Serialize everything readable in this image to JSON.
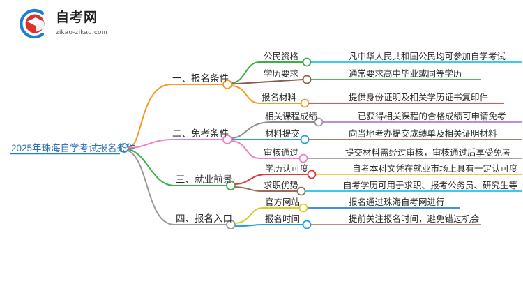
{
  "logo": {
    "name_cn": "自考网",
    "url": "zikao-zikao.com",
    "mark_arc_color": "#1a7fd4",
    "mark_cap_color": "#d9342b"
  },
  "mindmap": {
    "type": "mindmap",
    "root": {
      "label": "2025年珠海自学考试报名条件",
      "color": "#2f7fd0"
    },
    "branches": [
      {
        "label": "一、报名条件",
        "color": "#f59a23",
        "node_color": "#f59a23",
        "children": [
          {
            "label": "公民资格",
            "node_color": "#3fae49",
            "line_color": "#3fae49",
            "detail": "凡中华人民共和国公民均可参加自学考试",
            "detail_line_color": "#22c3e6"
          },
          {
            "label": "学历要求",
            "node_color": "#8a5d52",
            "line_color": "#8a5d52",
            "detail": "通常要求高中毕业或同等学历",
            "detail_line_color": "#3fae49"
          },
          {
            "label": "报名材料",
            "node_color": "#f59a23",
            "line_color": "#f59a23",
            "detail": "提供身份证明及相关学历证书复印件",
            "detail_line_color": "#e03a3a"
          }
        ]
      },
      {
        "label": "二、免考条件",
        "color": "#f07ec4",
        "node_color": "#f07ec4",
        "children": [
          {
            "label": "相关课程成绩",
            "node_color": "#9a9a9a",
            "line_color": "#8e8e8e",
            "detail": "已获得相关课程的合格成绩可申请免考",
            "detail_line_color": "#b07fdc"
          },
          {
            "label": "材料提交",
            "node_color": "#1e9fe0",
            "line_color": "#1e9fe0",
            "detail": "向当地考办提交成绩单及相关证明材料",
            "detail_line_color": "#9a6b5e"
          },
          {
            "label": "审核通过",
            "node_color": "#f07ec4",
            "line_color": "#f07ec4",
            "detail": "提交材料需经过审核，审核通过后享受免考",
            "detail_line_color": "#9a9a9a"
          }
        ]
      },
      {
        "label": "三、就业前景",
        "color": "#3fae49",
        "node_color": "#3fae49",
        "children": [
          {
            "label": "学历认可度",
            "node_color": "#e03a3a",
            "line_color": "#e03a3a",
            "detail": "自考本科文凭在就业市场上具有一定认可度",
            "detail_line_color": "#d4cf27"
          },
          {
            "label": "求职优势",
            "node_color": "#9a6b5e",
            "line_color": "#9a6b5e",
            "detail": "自考学历可用于求职、报考公务员、研究生等",
            "detail_line_color": "#22c3e6"
          }
        ]
      },
      {
        "label": "四、报名入口",
        "color": "#9a9a9a",
        "node_color": "#9a9a9a",
        "children": [
          {
            "label": "官方网站",
            "node_color": "#d4cf27",
            "line_color": "#d4cf27",
            "detail": "报名通过珠海自考网进行",
            "detail_line_color": "#2f7fd0"
          },
          {
            "label": "报名时间",
            "node_color": "#1e9fe0",
            "line_color": "#1e9fe0",
            "detail": "提前关注报名时间，避免错过机会",
            "detail_line_color": "#b08070"
          }
        ]
      }
    ]
  }
}
